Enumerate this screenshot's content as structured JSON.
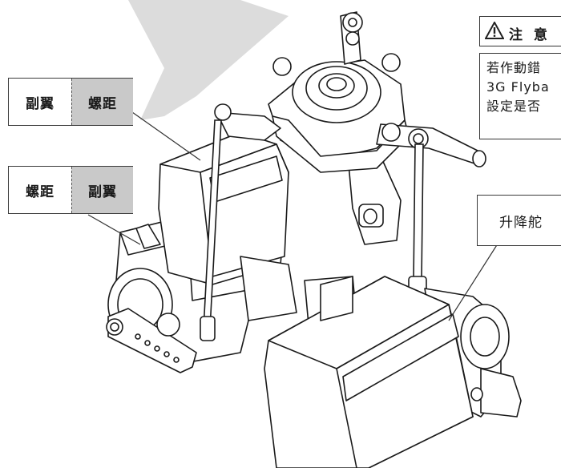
{
  "labels": {
    "aileron_pitch": {
      "left": "副翼",
      "right": "螺距"
    },
    "pitch_aileron": {
      "left": "螺距",
      "right": "副翼"
    },
    "elevator": "升降舵"
  },
  "warning": {
    "title": "注 意",
    "lines": [
      "若作動錯",
      "3G Flyba",
      "設定是否"
    ]
  },
  "icons": {
    "warning": "warning-triangle-icon"
  }
}
